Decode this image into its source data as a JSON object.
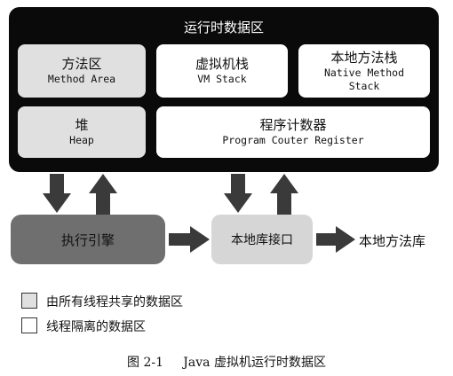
{
  "runtime_area": {
    "title": "运行时数据区"
  },
  "regions": {
    "method_area": {
      "zh": "方法区",
      "en": "Method Area"
    },
    "vm_stack": {
      "zh": "虚拟机栈",
      "en": "VM Stack"
    },
    "native_method_stack": {
      "zh": "本地方法栈",
      "en_line1": "Native Method",
      "en_line2": "Stack"
    },
    "heap": {
      "zh": "堆",
      "en": "Heap"
    },
    "program_counter": {
      "zh": "程序计数器",
      "en": "Program Couter Register"
    }
  },
  "execution_engine": {
    "label": "执行引擎"
  },
  "native_interface": {
    "label": "本地库接口"
  },
  "native_library": {
    "label": "本地方法库"
  },
  "legend": {
    "shared": {
      "label": "由所有线程共享的数据区",
      "color": "#e0e0e0"
    },
    "private": {
      "label": "线程隔离的数据区",
      "color": "#ffffff"
    }
  },
  "caption": {
    "figure": "图 2-1",
    "text": "Java 虚拟机运行时数据区"
  },
  "colors": {
    "background": "#0a0a0a",
    "arrow": "#3a3a3a",
    "engine": "#6f6f6f",
    "interface": "#d6d6d6"
  }
}
